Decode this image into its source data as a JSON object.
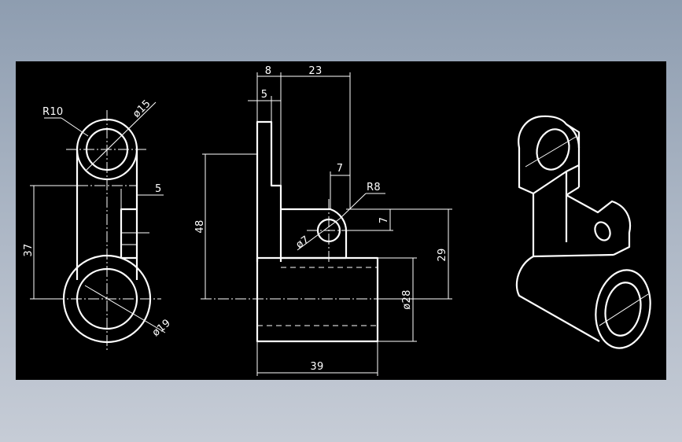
{
  "colors": {
    "background": "#000000",
    "lines": "#ffffff",
    "frame": "#8e9db0"
  },
  "dimensions": {
    "r10": "R10",
    "d15": "ø15",
    "d19": "ø19",
    "top_view_5": "5",
    "top_view_37": "37",
    "side_8": "8",
    "side_23": "23",
    "side_5": "5",
    "side_48": "48",
    "side_7_top": "7",
    "side_r8": "R8",
    "side_7_right": "7",
    "side_d7": "ø7",
    "side_29": "29",
    "side_d28": "ø28",
    "side_39": "39"
  }
}
